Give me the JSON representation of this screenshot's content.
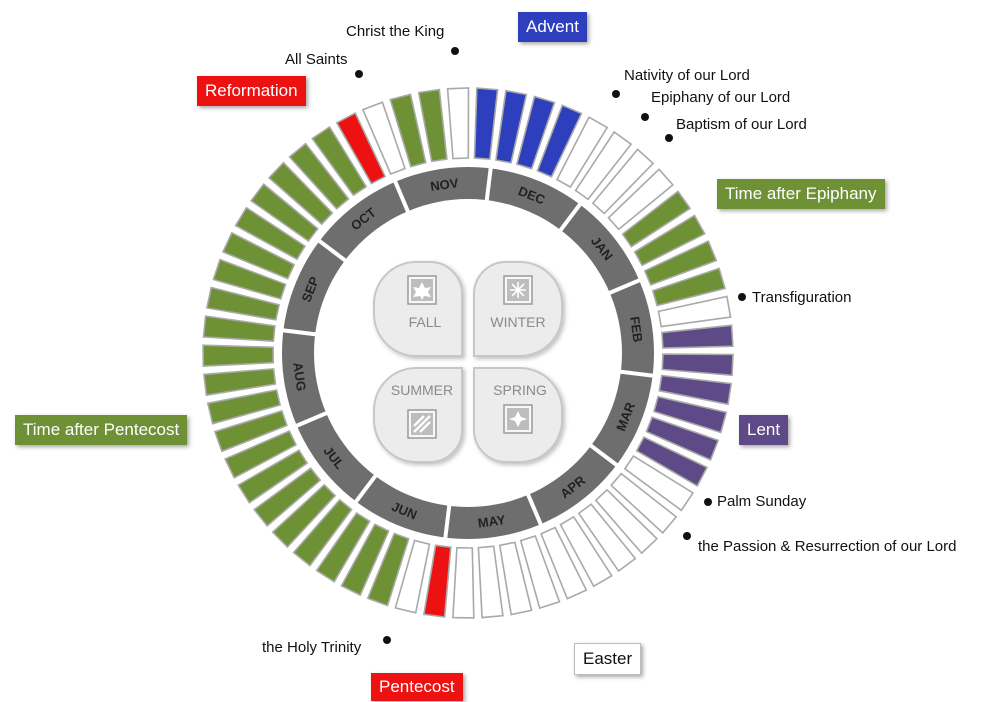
{
  "colors": {
    "advent": "#2d3fbc",
    "green": "#6f9135",
    "purple": "#5d4a86",
    "red": "#ee1111",
    "white": "#ffffff",
    "month_ring": "#6e6e6e"
  },
  "ring_weeks": [
    "blue",
    "blue",
    "blue",
    "blue",
    "white",
    "white",
    "white",
    "white",
    "green",
    "green",
    "green",
    "green",
    "white",
    "purple",
    "purple",
    "purple",
    "purple",
    "purple",
    "purple",
    "white",
    "white",
    "white",
    "white",
    "white",
    "white",
    "white",
    "white",
    "white",
    "white",
    "red",
    "white",
    "green",
    "green",
    "green",
    "green",
    "green",
    "green",
    "green",
    "green",
    "green",
    "green",
    "green",
    "green",
    "green",
    "green",
    "green",
    "green",
    "green",
    "green",
    "green",
    "green",
    "green",
    "red",
    "white",
    "green",
    "green",
    "white"
  ],
  "months": [
    "JAN",
    "FEB",
    "MAR",
    "APR",
    "MAY",
    "JUN",
    "JUL",
    "AUG",
    "SEP",
    "OCT",
    "NOV",
    "DEC"
  ],
  "seasons": [
    {
      "key": "fall",
      "label": "FALL",
      "icon": "leaf-icon"
    },
    {
      "key": "winter",
      "label": "WINTER",
      "icon": "snowflake-icon"
    },
    {
      "key": "summer",
      "label": "SUMMER",
      "icon": "sun-icon"
    },
    {
      "key": "spring",
      "label": "SPRING",
      "icon": "flower-icon"
    }
  ],
  "labels": {
    "christ_the_king": "Christ the King",
    "all_saints": "All Saints",
    "nativity": "Nativity of our Lord",
    "epiphany": "Epiphany of our Lord",
    "baptism": "Baptism of our Lord",
    "transfiguration": "Transfiguration",
    "palm_sunday": "Palm Sunday",
    "passion": "the Passion & Resurrection of our Lord",
    "holy_trinity": "the Holy Trinity"
  },
  "season_boxes": {
    "advent": "Advent",
    "reformation": "Reformation",
    "time_after_epiphany": "Time after Epiphany",
    "lent": "Lent",
    "time_after_pentecost": "Time after Pentecost",
    "easter": "Easter",
    "pentecost": "Pentecost"
  }
}
